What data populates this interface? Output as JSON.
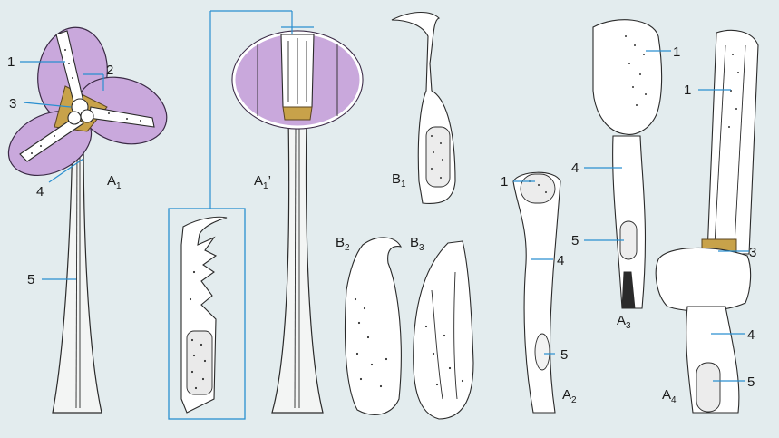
{
  "figure": {
    "labels": {
      "A1": {
        "main": "A",
        "sub": "1"
      },
      "A1p": {
        "main": "A",
        "sub": "1",
        "suffix": "’"
      },
      "A2": {
        "main": "A",
        "sub": "2"
      },
      "A3": {
        "main": "A",
        "sub": "3"
      },
      "A4": {
        "main": "A",
        "sub": "4"
      },
      "B1": {
        "main": "B",
        "sub": "1"
      },
      "B2": {
        "main": "B",
        "sub": "2"
      },
      "B3": {
        "main": "B",
        "sub": "3"
      }
    },
    "callouts": {
      "a1_1": "1",
      "a1_2": "2",
      "a1_3": "3",
      "a1_4": "4",
      "a1_5": "5",
      "a2_1": "1",
      "a2_4": "4",
      "a2_5": "5",
      "a3_1": "1",
      "a3_4": "4",
      "a3_5": "5",
      "a4_1": "1",
      "a4_3": "3",
      "a4_4": "4",
      "a4_5": "5"
    },
    "colors": {
      "leader": "#2a8fd0",
      "lobe": "#c9a8dc",
      "background": "#e3ecee",
      "collar": "#c8a24a"
    }
  }
}
